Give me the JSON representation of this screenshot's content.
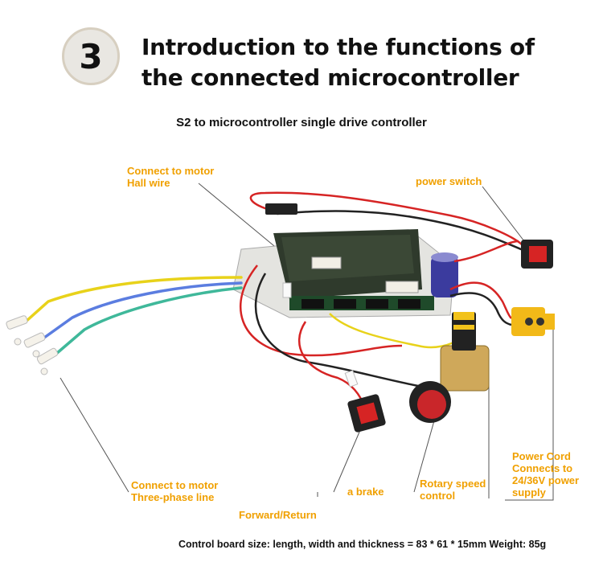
{
  "badge_number": "3",
  "title_line1": "Introduction to the functions of",
  "title_line2": "the connected microcontroller",
  "subtitle": "S2 to microcontroller single drive controller",
  "labels": {
    "hall_wire_1": "Connect to motor",
    "hall_wire_2": "Hall wire",
    "power_switch": "power switch",
    "three_phase_1": "Connect to motor",
    "three_phase_2": "Three-phase line",
    "brake": "a brake",
    "forward_return": "Forward/Return",
    "rotary_1": "Rotary speed",
    "rotary_2": "control",
    "power_cord_1": "Power Cord",
    "power_cord_2": "Connects to",
    "power_cord_3": "24/36V power",
    "power_cord_4": "supply"
  },
  "footer": "Control board size: length, width and thickness = 83 * 61 * 15mm Weight: 85g",
  "colors": {
    "label": "#f0a000",
    "text": "#111111",
    "badge_bg": "#e9e7e2"
  }
}
